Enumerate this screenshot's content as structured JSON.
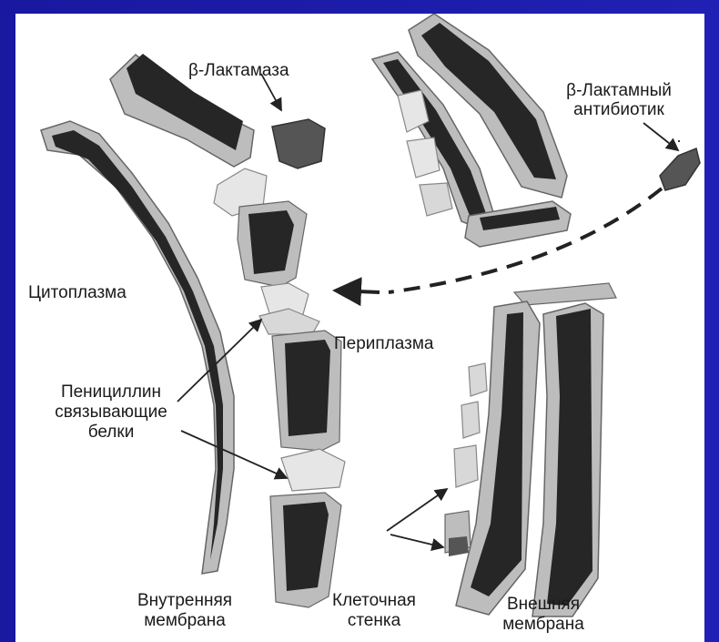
{
  "labels": {
    "beta_lactamase": "β-Лактамаза",
    "beta_lactam_antibiotic_line1": "β-Лактамный",
    "beta_lactam_antibiotic_line2": "антибиотик",
    "cytoplasm": "Цитоплазма",
    "periplasm": "Периплазма",
    "pbp_line1": "Пенициллин",
    "pbp_line2": "связывающие",
    "pbp_line3": "белки",
    "inner_membrane_line1": "Внутренняя",
    "inner_membrane_line2": "мембрана",
    "cell_wall_line1": "Клеточная",
    "cell_wall_line2": "стенка",
    "outer_membrane_line1": "Внешняя",
    "outer_membrane_line2": "мембрана"
  },
  "colors": {
    "background": "#1a1a9e",
    "panel": "#ffffff",
    "membrane_dark": "#262626",
    "membrane_shell": "#b8b8b8",
    "protein_light": "#e2e2e2",
    "enzyme": "#555555"
  }
}
